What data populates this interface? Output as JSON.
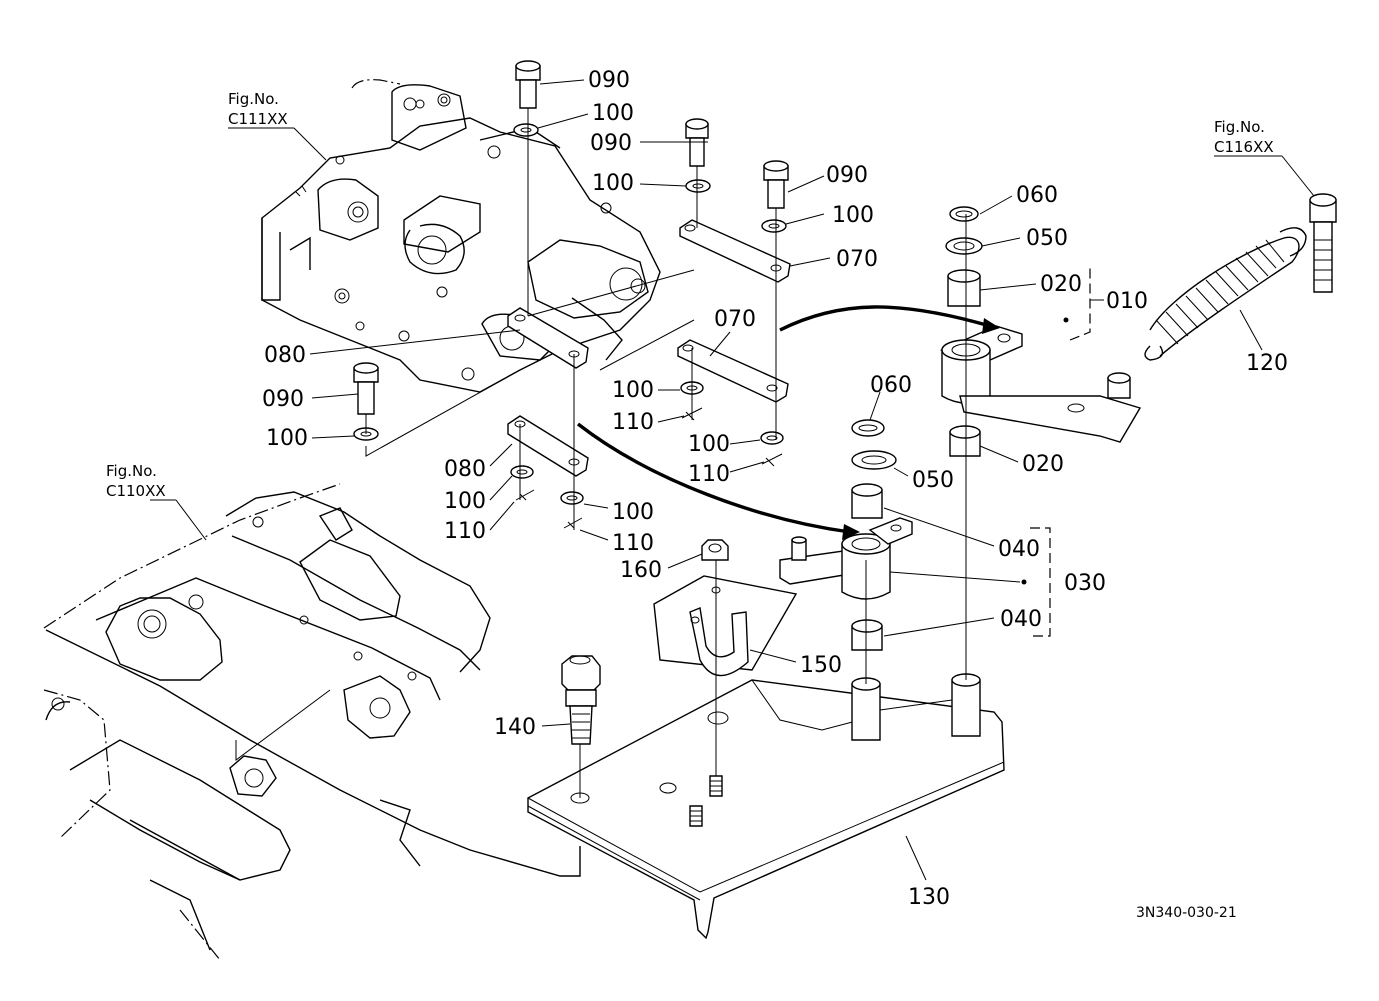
{
  "fig_refs": {
    "c111": {
      "line1": "Fig.No.",
      "line2": "C111XX"
    },
    "c116": {
      "line1": "Fig.No.",
      "line2": "C116XX"
    },
    "c110": {
      "line1": "Fig.No.",
      "line2": "C110XX"
    }
  },
  "callouts": {
    "p090_a": "090",
    "p100_a": "100",
    "p090_b": "090",
    "p100_b": "100",
    "p090_c": "090",
    "p100_c": "100",
    "p070_a": "070",
    "p060_a": "060",
    "p050_a": "050",
    "p020_a": "020",
    "p010": "010",
    "p120": "120",
    "p080_a": "080",
    "p090_d": "090",
    "p100_d": "100",
    "p070_b": "070",
    "p100_e": "100",
    "p110_a": "110",
    "p100_f": "100",
    "p110_b": "110",
    "p060_b": "060",
    "p020_b": "020",
    "p050_b": "050",
    "p080_b": "080",
    "p100_g": "100",
    "p110_c": "110",
    "p100_h": "100",
    "p110_d": "110",
    "p160": "160",
    "p040_a": "040",
    "p030": "030",
    "p040_b": "040",
    "p150": "150",
    "p140": "140",
    "p130": "130"
  },
  "drawing_code": "3N340-030-21"
}
